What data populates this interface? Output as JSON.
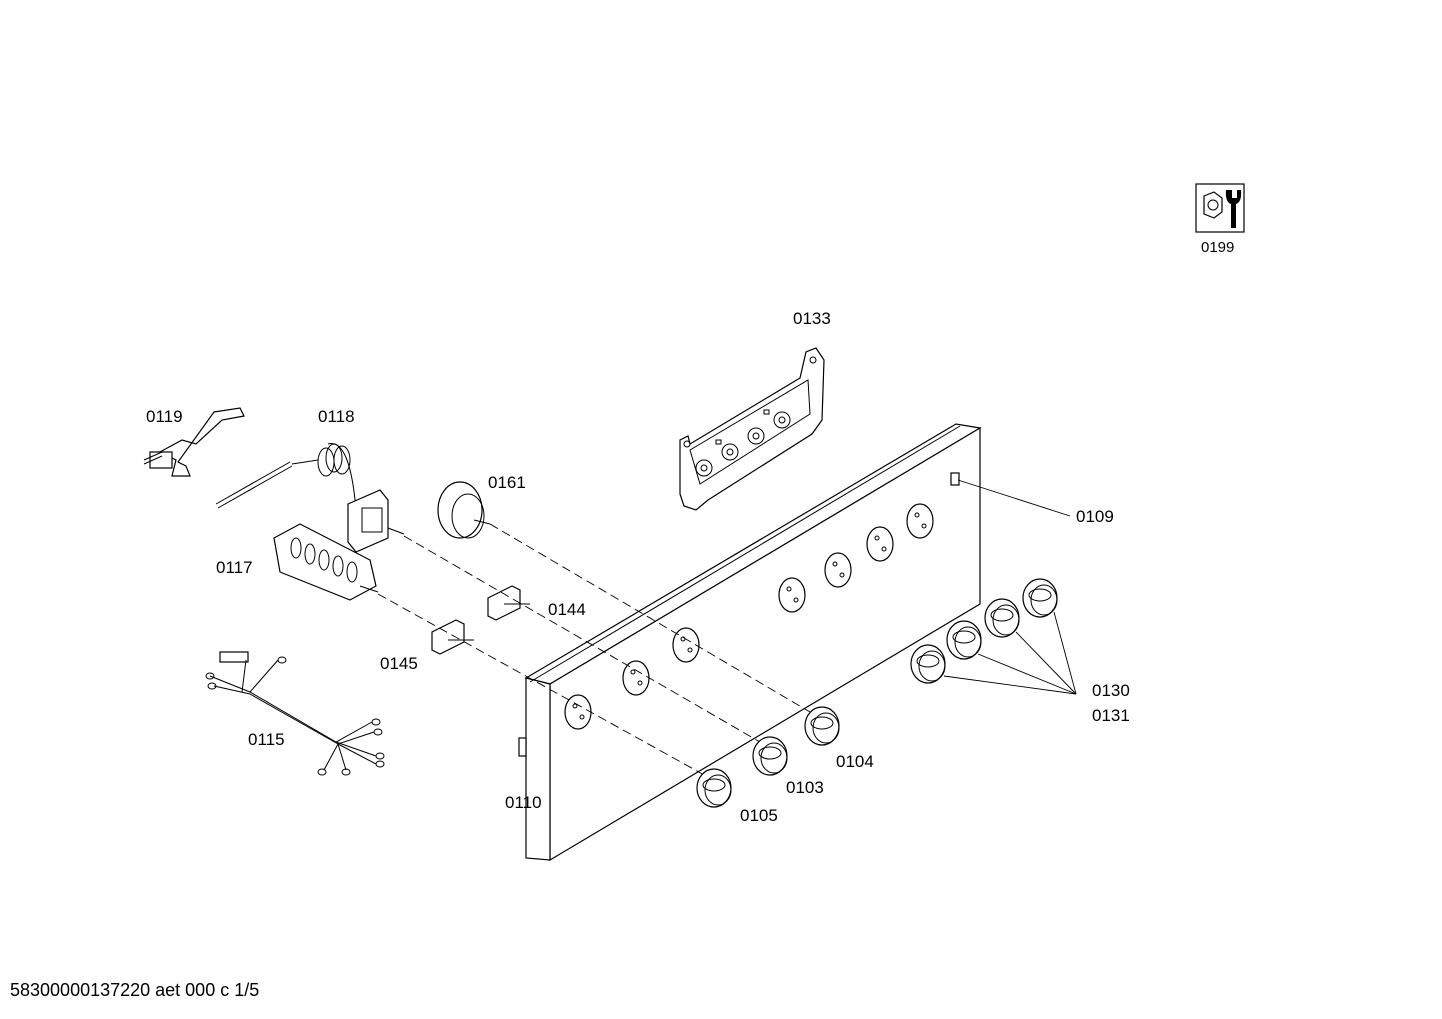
{
  "labels": {
    "p0199": "0199",
    "p0133": "0133",
    "p0119": "0119",
    "p0118": "0118",
    "p0161": "0161",
    "p0109": "0109",
    "p0117": "0117",
    "p0144": "0144",
    "p0145": "0145",
    "p0130": "0130",
    "p0131": "0131",
    "p0115": "0115",
    "p0104": "0104",
    "p0103": "0103",
    "p0110": "0110",
    "p0105": "0105"
  },
  "footer": "58300000137220 aet 000 c 1/5"
}
